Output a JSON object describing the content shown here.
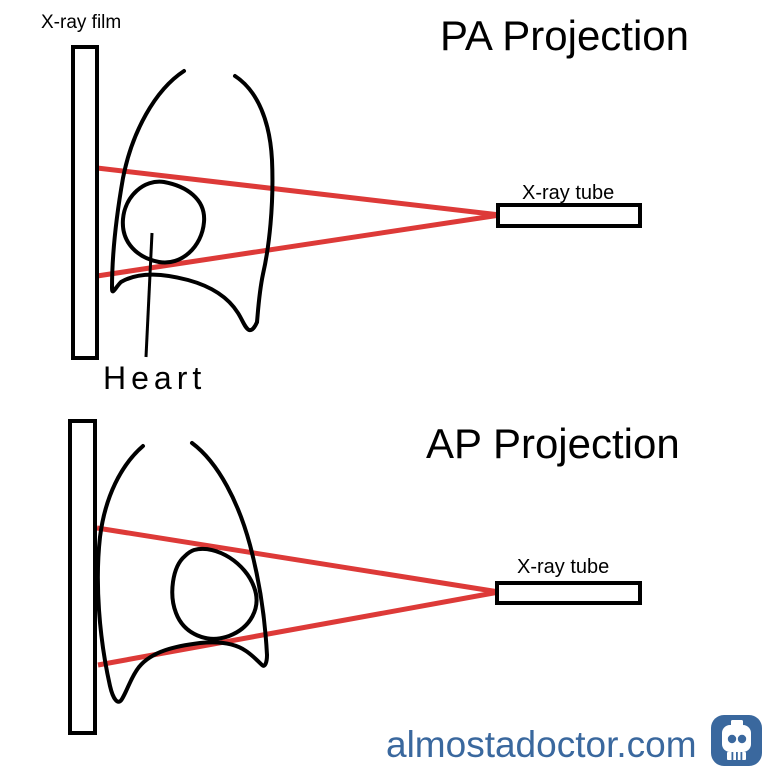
{
  "diagram": {
    "pa": {
      "title": "PA Projection",
      "film_label": "X-ray film",
      "tube_label": "X-ray tube",
      "heart_label": "Heart"
    },
    "ap": {
      "title": "AP Projection",
      "tube_label": "X-ray tube"
    },
    "footer": {
      "site": "almostadoctor.com"
    },
    "colors": {
      "beam_red": "#dd3a38",
      "brand_blue": "#3a689e",
      "outline_black": "#000000"
    }
  }
}
